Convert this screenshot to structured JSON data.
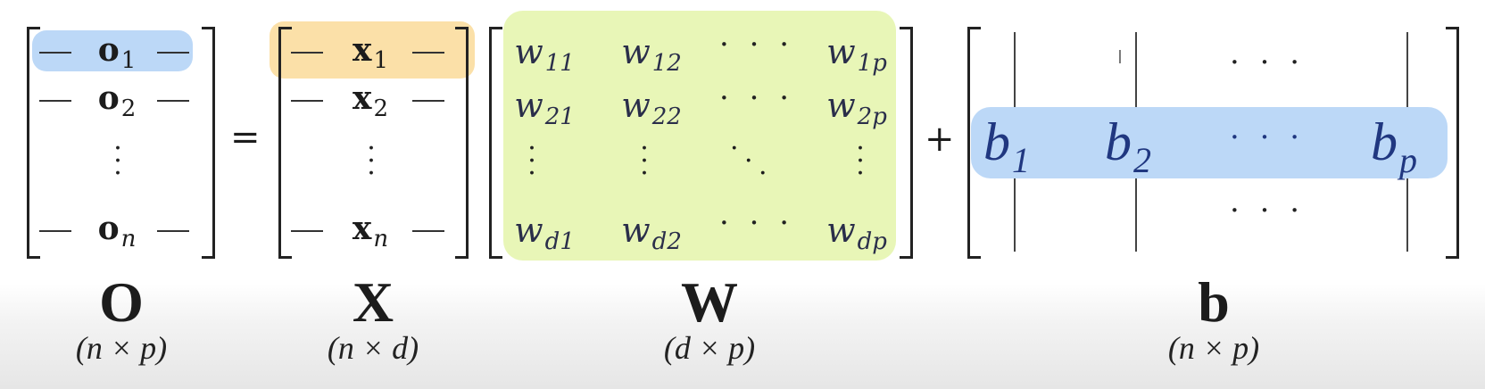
{
  "equals": "=",
  "plus": "+",
  "cursor": "I",
  "colors": {
    "blue_highlight": "#bcd8f7",
    "orange_highlight": "#fbe0a8",
    "green_highlight": "#e8f6b7",
    "b_text": "#203780"
  },
  "O": {
    "rows": [
      {
        "name": "o",
        "sub": "1"
      },
      {
        "name": "o",
        "sub": "2"
      },
      {
        "name": "o",
        "sub": "n"
      }
    ],
    "name": "O",
    "dims": "(n × p)"
  },
  "X": {
    "rows": [
      {
        "name": "x",
        "sub": "1"
      },
      {
        "name": "x",
        "sub": "2"
      },
      {
        "name": "x",
        "sub": "n"
      }
    ],
    "name": "X",
    "dims": "(n × d)"
  },
  "W": {
    "cells": [
      [
        "w",
        "11"
      ],
      [
        "w",
        "12"
      ],
      [
        "w",
        "1p"
      ],
      [
        "w",
        "21"
      ],
      [
        "w",
        "22"
      ],
      [
        "w",
        "2p"
      ],
      [
        "w",
        "d1"
      ],
      [
        "w",
        "d2"
      ],
      [
        "w",
        "dp"
      ]
    ],
    "hdots": "· · ·",
    "name": "W",
    "dims": "(d × p)"
  },
  "b": {
    "entries": [
      {
        "name": "b",
        "sub": "1"
      },
      {
        "name": "b",
        "sub": "2"
      },
      {
        "name": "b",
        "sub": "p"
      }
    ],
    "hdots": "· · ·",
    "name": "b",
    "dims": "(n × p)"
  }
}
